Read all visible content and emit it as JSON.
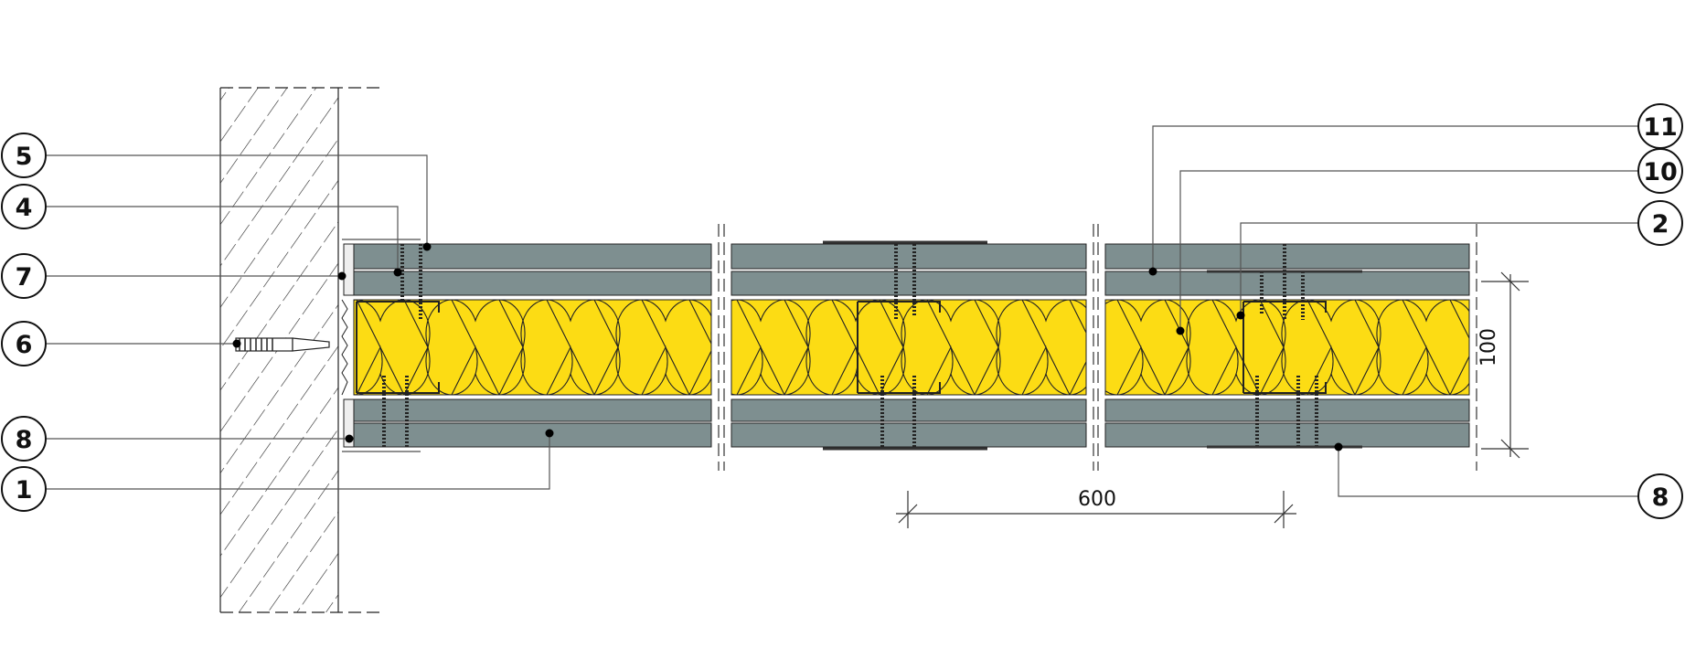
{
  "diagram": {
    "colors": {
      "board": "#7e8f90",
      "insulation": "#fcdc14",
      "line": "#222222",
      "leader": "#555555"
    },
    "callouts_left": [
      {
        "label": "5"
      },
      {
        "label": "4"
      },
      {
        "label": "7"
      },
      {
        "label": "6"
      },
      {
        "label": "8"
      },
      {
        "label": "1"
      }
    ],
    "callouts_right": [
      {
        "label": "11"
      },
      {
        "label": "10"
      },
      {
        "label": "2"
      },
      {
        "label": "8"
      }
    ],
    "dimensions": {
      "height": "100",
      "spacing": "600"
    }
  }
}
